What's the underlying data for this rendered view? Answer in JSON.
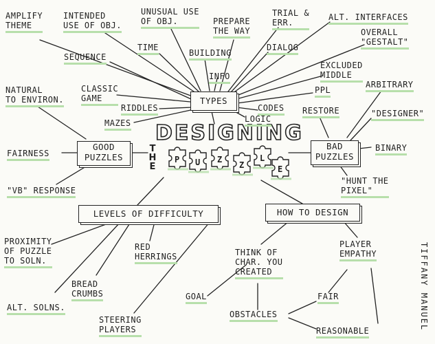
{
  "center": {
    "title": "DESIGNING",
    "the": [
      "T",
      "H",
      "E"
    ],
    "puzzle_letters": [
      "P",
      "U",
      "Z",
      "Z",
      "L",
      "E"
    ]
  },
  "boxes": {
    "types": "TYPES",
    "good": "GOOD\nPUZZLES",
    "bad": "BAD\nPUZZLES",
    "levels": "LEVELS OF DIFFICULTY",
    "how": "HOW TO DESIGN"
  },
  "types_items": {
    "amplify": "AMPLIFY\nTHEME",
    "intended": "INTENDED\nUSE OF OBJ.",
    "unusual": "UNUSUAL USE\nOF OBJ.",
    "prepare": "PREPARE\nTHE WAY",
    "trial": "TRIAL &\nERR.",
    "alt_interfaces": "ALT. INTERFACES",
    "gestalt": "OVERALL\n\"GESTALT\"",
    "time": "TIME",
    "building": "BUILDING",
    "dialog": "DIALOG",
    "sequence": "SEQUENCE",
    "info": "INFO",
    "excluded": "EXCLUDED\nMIDDLE",
    "classic": "CLASSIC\nGAME",
    "ppl": "PPL",
    "riddles": "RIDDLES",
    "codes": "CODES",
    "mazes": "MAZES",
    "logic": "LOGIC"
  },
  "good_items": {
    "natural": "NATURAL\nTO ENVIRON.",
    "fairness": "FAIRNESS",
    "vb": "\"VB\" RESPONSE"
  },
  "bad_items": {
    "arbitrary": "ARBITRARY",
    "restore": "RESTORE",
    "designer": "\"DESIGNER\"",
    "binary": "BINARY",
    "hunt": "\"HUNT THE\nPIXEL\""
  },
  "levels_items": {
    "proximity": "PROXIMITY\nOF PUZZLE\nTO SOLN.",
    "red": "RED\nHERRINGS",
    "bread": "BREAD\nCRUMBS",
    "alt_solns": "ALT. SOLNS.",
    "steering": "STEERING\nPLAYERS"
  },
  "how_items": {
    "think": "THINK OF\nCHAR. YOU\nCREATED",
    "empathy": "PLAYER\nEMPATHY",
    "goal": "GOAL",
    "fair": "FAIR",
    "obstacles": "OBSTACLES",
    "reasonable": "REASONABLE"
  },
  "signature": "TIFFANY MANUEL",
  "colors": {
    "ink": "#222222",
    "highlight": "#b7dfab",
    "paper": "#fbfbf7"
  }
}
